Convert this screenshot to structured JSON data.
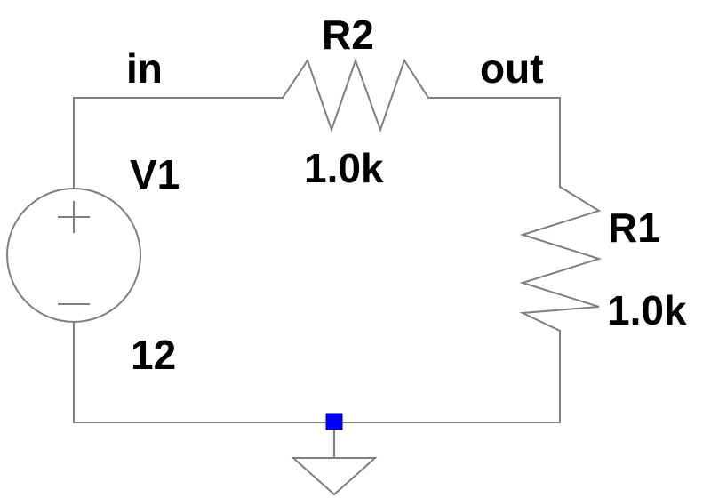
{
  "colors": {
    "wire": "#7f7f7f",
    "text": "#000000",
    "ground_node": "#0000ff",
    "background": "#ffffff"
  },
  "nets": {
    "input": "in",
    "output": "out"
  },
  "components": {
    "source": {
      "ref": "V1",
      "value": "12",
      "icon": "voltage-source-icon"
    },
    "series_resistor": {
      "ref": "R2",
      "value": "1.0k",
      "icon": "resistor-icon"
    },
    "load_resistor": {
      "ref": "R1",
      "value": "1.0k",
      "icon": "resistor-icon"
    },
    "ground": {
      "icon": "ground-icon"
    }
  }
}
